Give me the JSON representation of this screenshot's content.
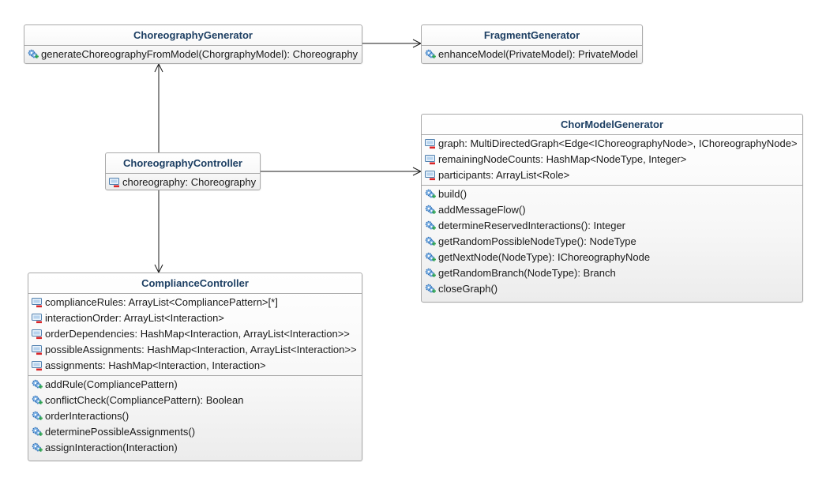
{
  "classes": {
    "choreography_generator": {
      "name": "ChoreographyGenerator",
      "methods": [
        "generateChoreographyFromModel(ChorgraphyModel): Choreography"
      ]
    },
    "fragment_generator": {
      "name": "FragmentGenerator",
      "methods": [
        "enhanceModel(PrivateModel): PrivateModel"
      ]
    },
    "chor_model_generator": {
      "name": "ChorModelGenerator",
      "attributes": [
        "graph: MultiDirectedGraph<Edge<IChoreographyNode>, IChoreographyNode>",
        "remainingNodeCounts: HashMap<NodeType, Integer>",
        "participants: ArrayList<Role>"
      ],
      "methods": [
        "build()",
        "addMessageFlow()",
        "determineReservedInteractions(): Integer",
        "getRandomPossibleNodeType(): NodeType",
        "getNextNode(NodeType): IChoreographyNode",
        "getRandomBranch(NodeType): Branch",
        "closeGraph()"
      ]
    },
    "choreography_controller": {
      "name": "ChoreographyController",
      "attributes": [
        "choreography: Choreography"
      ]
    },
    "compliance_controller": {
      "name": "ComplianceController",
      "attributes": [
        "complianceRules: ArrayList<CompliancePattern>[*]",
        "interactionOrder: ArrayList<Interaction>",
        "orderDependencies: HashMap<Interaction, ArrayList<Interaction>>",
        "possibleAssignments: HashMap<Interaction, ArrayList<Interaction>>",
        "assignments: HashMap<Interaction, Interaction>"
      ],
      "methods": [
        "addRule(CompliancePattern)",
        "conflictCheck(CompliancePattern): Boolean",
        "orderInteractions()",
        "determinePossibleAssignments()",
        "assignInteraction(Interaction)"
      ]
    }
  },
  "icons": {
    "attribute": "private-attribute-icon",
    "method": "public-method-icon"
  },
  "colors": {
    "class_title": "#1d3f63",
    "border": "#a9a9a9",
    "private_marker": "#d9262a",
    "public_marker": "#2ea44f",
    "gear": "#2f6fb5"
  }
}
